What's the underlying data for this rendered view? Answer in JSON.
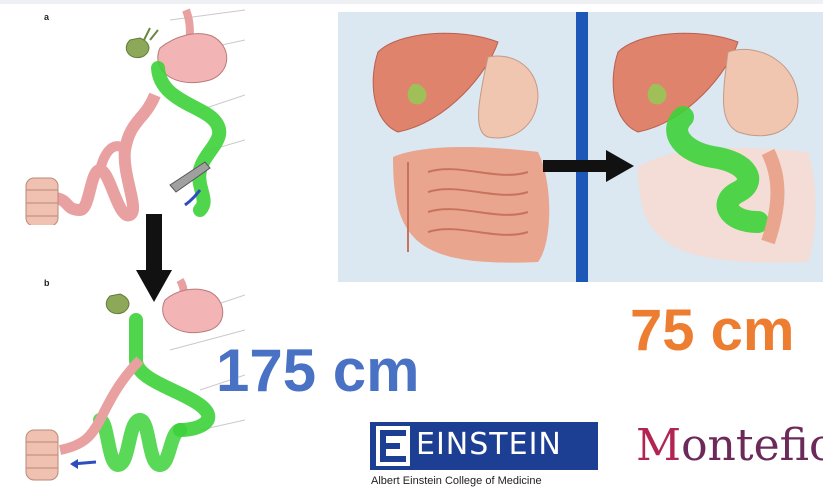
{
  "panels": {
    "a_label": "a",
    "b_label": "b"
  },
  "lengths": {
    "left": "175 cm",
    "right": "75 cm"
  },
  "logos": {
    "einstein_word": "EINSTEIN",
    "einstein_subtitle": "Albert Einstein College of Medicine",
    "montefiore_first": "M",
    "montefiore_rest": "ontefio"
  },
  "colors": {
    "left_length": "#4a72c4",
    "right_length": "#ed7d31",
    "bypass_limb": "#3dd13a",
    "einstein_blue": "#1c3f94",
    "montefiore": "#6b2a5a"
  }
}
